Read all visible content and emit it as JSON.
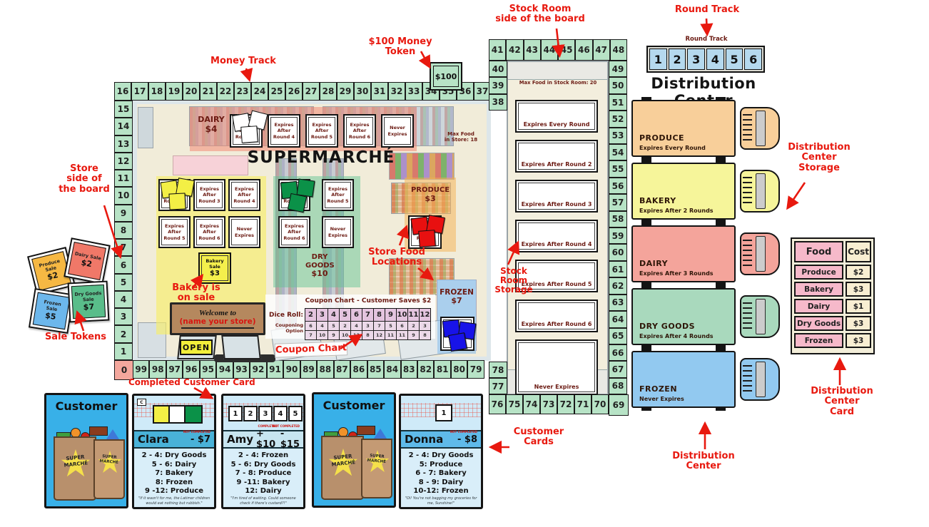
{
  "colors": {
    "mint_cell": "#b7e3c6",
    "zero_cell": "#f4a79d",
    "annotation_red": "#e8190f",
    "game_dark_red": "#6b1a12",
    "produce_truck": "#f8cf9a",
    "bakery_truck": "#f6f59a",
    "dairy_truck": "#f4a49b",
    "dry_goods_truck": "#a9d9bd",
    "frozen_truck": "#92c9f0",
    "round_track_cell": "#b5d9ee",
    "coupon_cell": "#e4c4df",
    "food_pink": "#f6b9ca",
    "cost_cream": "#f8eed2",
    "token_white": "#ffffff",
    "token_yellow": "#f3ef45",
    "token_green": "#0b9148",
    "token_red": "#e81010",
    "token_blue": "#1813e8",
    "customer_card_blue": "#38b0e8"
  },
  "annotations": {
    "money_track": [
      "Money Track"
    ],
    "money_token": [
      "$100 Money",
      "Token"
    ],
    "stock_room_side": [
      "Stock Room",
      "side of the board"
    ],
    "round_track": [
      "Round Track"
    ],
    "store_side": [
      "Store",
      "side of",
      "the board"
    ],
    "dc_storage": [
      "Distribution",
      "Center",
      "Storage"
    ],
    "food_locations": [
      "Store Food",
      "Locations"
    ],
    "bakery_on_sale": [
      "Bakery is",
      "on sale"
    ],
    "coupon_chart": [
      "Coupon Chart"
    ],
    "stock_room_storage": [
      "Stock",
      "Room",
      "Storage"
    ],
    "completed_card": [
      "Completed Customer Card"
    ],
    "customer_cards": [
      "Customer",
      "Cards"
    ],
    "distribution_center": [
      "Distribution",
      "Center"
    ],
    "dc_card": [
      "Distribution",
      "Center",
      "Card"
    ],
    "sale_tokens": [
      "Sale Tokens"
    ]
  },
  "money_token_label": "$100",
  "track": {
    "zero": "0",
    "store_top": [
      "16",
      "17",
      "18",
      "19",
      "20",
      "21",
      "22",
      "23",
      "24",
      "25",
      "26",
      "27",
      "28",
      "29",
      "30",
      "31",
      "32",
      "33",
      "34",
      "35",
      "36",
      "37"
    ],
    "store_left": [
      "15",
      "14",
      "13",
      "12",
      "11",
      "10",
      "9",
      "8",
      "7",
      "6",
      "5",
      "4",
      "3",
      "2",
      "1"
    ],
    "store_bottom": [
      "99",
      "98",
      "97",
      "96",
      "95",
      "94",
      "93",
      "92",
      "91",
      "90",
      "89",
      "88",
      "87",
      "86",
      "85",
      "84",
      "83",
      "82",
      "81",
      "80",
      "79"
    ],
    "sr_top": [
      "41",
      "42",
      "43",
      "44",
      "45",
      "46",
      "47",
      "48"
    ],
    "sr_left_upper": [
      "40",
      "39",
      "38"
    ],
    "sr_right": [
      "49",
      "50",
      "51",
      "52",
      "53",
      "54",
      "55",
      "56",
      "57",
      "58",
      "59",
      "60",
      "61",
      "62",
      "63",
      "64",
      "65",
      "66",
      "67",
      "68"
    ],
    "sr_left_lower": [
      "78",
      "77"
    ],
    "sr_bottom": [
      "76",
      "75",
      "74",
      "73",
      "72",
      "71",
      "70"
    ],
    "sr_corner": "69"
  },
  "store": {
    "title": "SUPERMARCHÉ",
    "max_food": [
      "Max Food",
      "in Store: 18"
    ],
    "welcome": [
      "Welcome to",
      "(name your store)"
    ],
    "open_sign": "OPEN",
    "sale_token": {
      "name": "Bakery Sale",
      "price": "$3"
    },
    "sections": {
      "dairy": {
        "name": "DAIRY",
        "price": "$4",
        "tiles": [
          "Expires After Round 3",
          "Expires After Round 4",
          "Expires After Round 5",
          "Expires After Round 6",
          "Never Expires"
        ]
      },
      "bakery": {
        "tiles": [
          "Expires After Round 2",
          "Expires After Round 3",
          "Expires After Round 4",
          "Expires After Round 5",
          "Expires After Round 6",
          "Never Expires"
        ]
      },
      "dry_goods": {
        "name": "DRY GOODS",
        "price": "$10",
        "tiles": [
          "Expires After Round 4",
          "Expires After Round 5",
          "Expires After Round 6",
          "Never Expires"
        ]
      },
      "produce": {
        "name": "PRODUCE",
        "price": "$3",
        "tile": "Expires Every Round"
      },
      "frozen": {
        "name": "FROZEN",
        "price": "$7",
        "tile": "Never Expires"
      }
    },
    "coupon": {
      "title": "Coupon Chart - Customer Saves $2",
      "dice_label": "Dice Roll:",
      "option_label": [
        "Couponing",
        "Option"
      ],
      "columns": [
        {
          "d": "2",
          "a": "6",
          "b": "7"
        },
        {
          "d": "3",
          "a": "4",
          "b": "10"
        },
        {
          "d": "4",
          "a": "5",
          "b": "9"
        },
        {
          "d": "5",
          "a": "2",
          "b": "10"
        },
        {
          "d": "6",
          "a": "4",
          "b": "12"
        },
        {
          "d": "7",
          "a": "3",
          "b": "8"
        },
        {
          "d": "8",
          "a": "7",
          "b": "12"
        },
        {
          "d": "9",
          "a": "5",
          "b": "11"
        },
        {
          "d": "10",
          "a": "6",
          "b": "11"
        },
        {
          "d": "11",
          "a": "2",
          "b": "9"
        },
        {
          "d": "12",
          "a": "3",
          "b": "8"
        }
      ]
    }
  },
  "stock_room": {
    "max_food": "Max Food in Stock Room: 20",
    "tiles": [
      "Expires Every Round",
      "Expires After Round 2",
      "Expires After Round 3",
      "Expires After Round 4",
      "Expires After Round 5",
      "Expires After Round 6",
      "Never Expires"
    ]
  },
  "round_track": {
    "label": "Round Track",
    "cells": [
      "1",
      "2",
      "3",
      "4",
      "5",
      "6"
    ]
  },
  "distribution_center": {
    "title": "Distribution Center",
    "trucks": [
      {
        "name": "PRODUCE",
        "expiry": "Expires Every Round",
        "color": "#f8cf9a"
      },
      {
        "name": "BAKERY",
        "expiry": "Expires After 2 Rounds",
        "color": "#f6f59a"
      },
      {
        "name": "DAIRY",
        "expiry": "Expires After 3 Rounds",
        "color": "#f4a49b"
      },
      {
        "name": "DRY GOODS",
        "expiry": "Expires After 4 Rounds",
        "color": "#a9d9bd"
      },
      {
        "name": "FROZEN",
        "expiry": "Never Expires",
        "color": "#92c9f0"
      }
    ]
  },
  "dc_card": {
    "header": {
      "food": "Food",
      "cost": "Cost"
    },
    "rows": [
      {
        "food": "Produce",
        "cost": "$2"
      },
      {
        "food": "Bakery",
        "cost": "$3"
      },
      {
        "food": "Dairy",
        "cost": "$1"
      },
      {
        "food": "Dry Goods",
        "cost": "$3"
      },
      {
        "food": "Frozen",
        "cost": "$3"
      }
    ]
  },
  "sale_tokens": [
    {
      "name": "Produce Sale",
      "price": "$2",
      "color": "#f6b843"
    },
    {
      "name": "Dairy Sale",
      "price": "$2",
      "color": "#f07868"
    },
    {
      "name": "Frozen Sale",
      "price": "$5",
      "color": "#6cb7ec"
    },
    {
      "name": "Dry Goods Sale",
      "price": "$7",
      "color": "#59bd8a"
    }
  ],
  "customers": {
    "back_title": "Customer",
    "bag_text": [
      "SUPER",
      "MARCHÉ"
    ],
    "clara": {
      "corner": "C",
      "name": "Clara",
      "penalty": "- $7",
      "not_completed": "NOT COMPLETED",
      "rows": [
        "2 - 4: Dry Goods",
        "5 - 6: Dairy",
        "7: Bakery",
        "8: Frozen",
        "9 -12: Produce"
      ],
      "quote": "\"If it wasn't for me, the Latimer children would eat nothing but rubbish.\""
    },
    "amy": {
      "name": "Amy",
      "reward": "+ $10",
      "penalty": "- $15",
      "completed": "COMPLETED",
      "not_completed": "NOT COMPLETED",
      "tokens": [
        "1",
        "2",
        "3",
        "4",
        "5"
      ],
      "rows": [
        "2 - 4: Frozen",
        "5 - 6: Dry Goods",
        "7 - 8: Produce",
        "9 -11: Bakery",
        "12: Dairy"
      ],
      "quote": "\"I'm tired of waiting. Could someone check if there's custard?!\""
    },
    "donna": {
      "name": "Donna",
      "penalty": "- $8",
      "not_completed": "NOT COMPLETED",
      "tokens": [
        "1"
      ],
      "rows": [
        "2 - 4: Dry Goods",
        "5: Produce",
        "6 - 7: Bakery",
        "8 - 9: Dairy",
        "10-12: Frozen"
      ],
      "quote": "\"Oi! You're not bagging my groceries for me, Sunshine!\""
    }
  }
}
